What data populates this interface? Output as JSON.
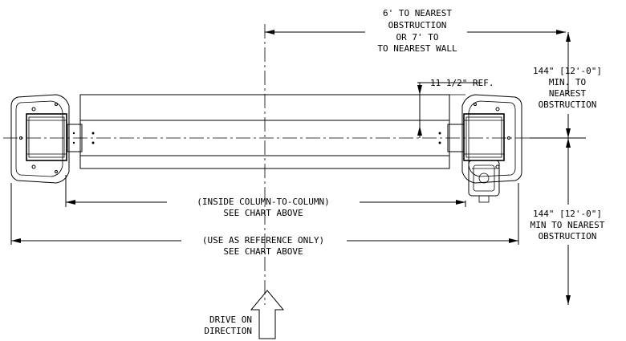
{
  "notes": {
    "top_obstruction": [
      "6' TO NEAREST",
      "OBSTRUCTION",
      "OR 7' TO",
      "TO NEAREST WALL"
    ],
    "ref_dimension": "11 1/2\" REF.",
    "right_upper": [
      "144\" [12'-0\"]",
      "MIN. TO",
      "NEAREST",
      "OBSTRUCTION"
    ],
    "right_lower": [
      "144\" [12'-0\"]",
      "MIN TO NEAREST",
      "OBSTRUCTION"
    ],
    "inside_column": [
      "(INSIDE COLUMN-TO-COLUMN)",
      "SEE CHART ABOVE"
    ],
    "overall": [
      "(USE AS REFERENCE ONLY)",
      "SEE CHART ABOVE"
    ],
    "drive": [
      "DRIVE ON",
      "DIRECTION"
    ]
  },
  "colors": {
    "line": "#000000",
    "background": "#ffffff"
  }
}
